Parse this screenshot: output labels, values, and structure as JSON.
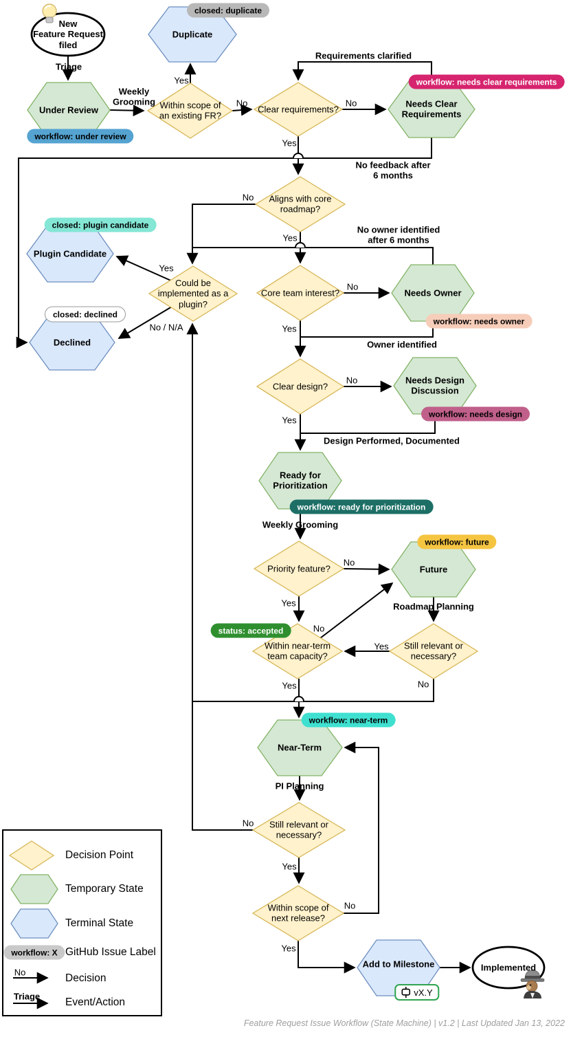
{
  "colors": {
    "decision_fill": "#fff2cc",
    "decision_stroke": "#d6b656",
    "state_fill": "#d5e8d4",
    "state_stroke": "#82b366",
    "terminal_fill": "#dae8fc",
    "terminal_stroke": "#6c8ebf",
    "line": "#000000"
  },
  "nodes": {
    "start": "New\nFeature Request\nfiled",
    "duplicate": "Duplicate",
    "under_review": "Under Review",
    "within_scope_existing": "Within scope of\nan existing FR?",
    "clear_requirements": "Clear requirements?",
    "needs_clear_requirements": "Needs Clear\nRequirements",
    "aligns_roadmap": "Aligns with core\nroadmap?",
    "plugin_possible": "Could be\nimplemented as a\nplugin?",
    "plugin_candidate": "Plugin Candidate",
    "declined": "Declined",
    "core_team_interest": "Core team interest?",
    "needs_owner": "Needs Owner",
    "clear_design": "Clear design?",
    "needs_design_discussion": "Needs Design\nDiscussion",
    "ready_for_prioritization": "Ready for\nPrioritization",
    "priority_feature": "Priority feature?",
    "future": "Future",
    "within_capacity": "Within near-term\nteam capacity?",
    "still_relevant_roadmap": "Still relevant or\nnecessary?",
    "near_term": "Near-Term",
    "still_relevant_pi": "Still relevant or\nnecessary?",
    "within_scope_release": "Within scope of\nnext release?",
    "add_to_milestone": "Add to Milestone",
    "implemented": "Implemented"
  },
  "yn": {
    "yes": "Yes",
    "no": "No",
    "no_na": "No / N/A"
  },
  "events": {
    "triage": "Triage",
    "weekly_grooming": "Weekly\nGrooming",
    "requirements_clarified": "Requirements clarified",
    "no_feedback": "No feedback after\n6 months",
    "no_owner": "No owner identified\nafter 6 months",
    "owner_identified": "Owner identified",
    "design_performed": "Design Performed, Documented",
    "weekly_grooming_2": "Weekly Grooming",
    "roadmap_planning": "Roadmap Planning",
    "pi_planning": "PI Planning"
  },
  "badges": {
    "closed_duplicate": {
      "text": "closed: duplicate",
      "bg": "#b8b8b8",
      "fg": "#000000"
    },
    "workflow_under_review": {
      "text": "workflow: under review",
      "bg": "#55a3d1",
      "fg": "#000000"
    },
    "workflow_needs_clear_requirements": {
      "text": "workflow: needs clear requirements",
      "bg": "#d6246e",
      "fg": "#ffffff"
    },
    "closed_plugin_candidate": {
      "text": "closed: plugin candidate",
      "bg": "#84e6d5",
      "fg": "#000000"
    },
    "closed_declined": {
      "text": "closed: declined",
      "bg": "#ffffff",
      "fg": "#000000"
    },
    "workflow_needs_owner": {
      "text": "workflow: needs owner",
      "bg": "#f6cdb9",
      "fg": "#000000"
    },
    "workflow_needs_design": {
      "text": "workflow: needs design",
      "bg": "#c0608a",
      "fg": "#000000"
    },
    "workflow_ready_for_prioritization": {
      "text": "workflow: ready for prioritization",
      "bg": "#1d6f66",
      "fg": "#ffffff"
    },
    "workflow_future": {
      "text": "workflow: future",
      "bg": "#f5c542",
      "fg": "#000000"
    },
    "status_accepted": {
      "text": "status: accepted",
      "bg": "#2f8f2f",
      "fg": "#ffffff"
    },
    "workflow_near_term": {
      "text": "workflow: near-term",
      "bg": "#3fe0d0",
      "fg": "#000000"
    },
    "legend_example": {
      "text": "workflow: X",
      "bg": "#c9c9c9",
      "fg": "#000000"
    }
  },
  "milestone": {
    "version": "vX.Y"
  },
  "legend": {
    "items": [
      {
        "label": "Decision Point"
      },
      {
        "label": "Temporary State"
      },
      {
        "label": "Terminal State"
      },
      {
        "label": "GitHub Issue Label"
      },
      {
        "arrow_label": "No",
        "label": "Decision"
      },
      {
        "arrow_label": "Triage",
        "label": "Event/Action"
      }
    ]
  },
  "footer": "Feature Request Issue Workflow (State Machine) | v1.2 | Last Updated Jan 13, 2022"
}
